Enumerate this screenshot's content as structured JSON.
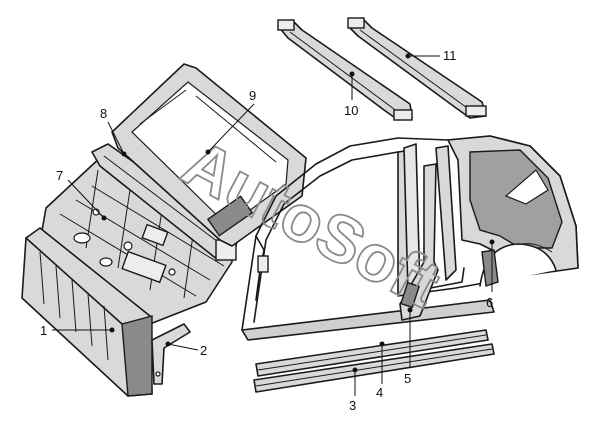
{
  "watermark": {
    "text": "AutoSoft"
  },
  "callouts": [
    {
      "id": "1",
      "label": "1"
    },
    {
      "id": "2",
      "label": "2"
    },
    {
      "id": "3",
      "label": "3"
    },
    {
      "id": "4",
      "label": "4"
    },
    {
      "id": "5",
      "label": "5"
    },
    {
      "id": "6",
      "label": "6"
    },
    {
      "id": "7",
      "label": "7"
    },
    {
      "id": "8",
      "label": "8"
    },
    {
      "id": "9",
      "label": "9"
    },
    {
      "id": "10",
      "label": "10"
    },
    {
      "id": "11",
      "label": "11"
    }
  ],
  "colors": {
    "line": "#1a1a1a",
    "fill": "#d9d9d9",
    "shade": "#8a8a8a",
    "watermark": "#8a8a8a"
  }
}
